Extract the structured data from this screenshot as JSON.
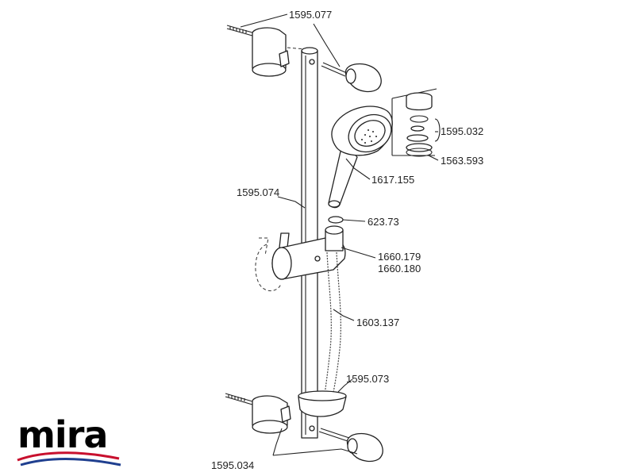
{
  "brand": {
    "name": "mira",
    "swoosh_colors": [
      "#c8102e",
      "#1f3f8f"
    ]
  },
  "labels": {
    "end_cap_top": "1595.077",
    "handset_ring_top": "1595.032",
    "handset_ring_bottom": "1563.593",
    "handset": "1617.155",
    "riser_rail": "1595.074",
    "washer": "623.73",
    "slider_a": "1660.179",
    "slider_b": "1660.180",
    "hose": "1603.137",
    "soap_dish": "1595.073",
    "bracket_kit": "1595.034"
  }
}
